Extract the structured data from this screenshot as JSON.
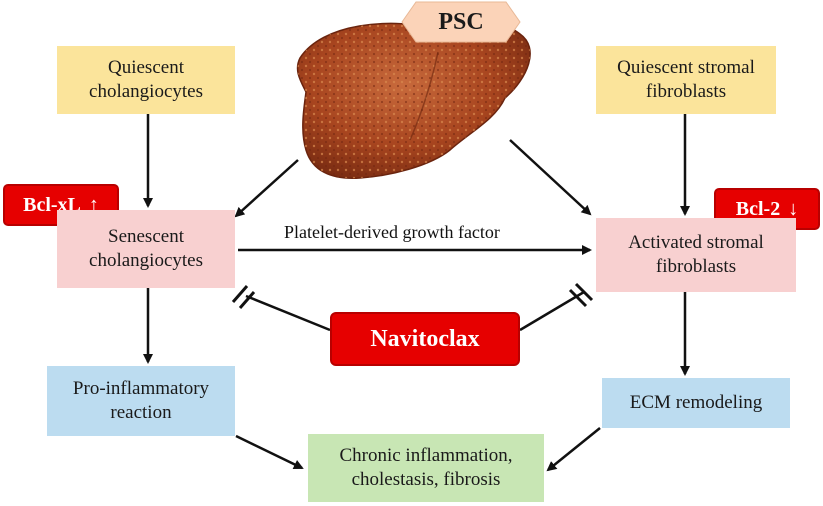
{
  "diagram": {
    "disease_label": "PSC",
    "nodes": {
      "quiescent_cholangiocytes": "Quiescent cholangiocytes",
      "senescent_cholangiocytes": "Senescent cholangiocytes",
      "pro_inflammatory": "Pro-inflammatory reaction",
      "quiescent_fibroblasts": "Quiescent stromal fibroblasts",
      "activated_fibroblasts": "Activated stromal fibroblasts",
      "ecm_remodeling": "ECM remodeling",
      "outcome": "Chronic inflammation, cholestasis, fibrosis",
      "drug": "Navitoclax"
    },
    "badges": {
      "bclxl": "Bcl-xL",
      "bclxl_direction": "↑",
      "bcl2": "Bcl-2",
      "bcl2_direction": "↓"
    },
    "edge_labels": {
      "pdgf": "Platelet-derived growth factor"
    },
    "colors": {
      "yellow_box": "#fbe49b",
      "pink_box": "#f8d0d0",
      "blue_box": "#bcdcf0",
      "green_box": "#c8e6b4",
      "drug_red": "#e60000",
      "psc_tag": "#fbd3b8",
      "liver": "#a8451f"
    },
    "icons": [
      "liver-illustration",
      "inhibition-bar-icon",
      "arrow-up-icon",
      "arrow-down-icon"
    ]
  }
}
